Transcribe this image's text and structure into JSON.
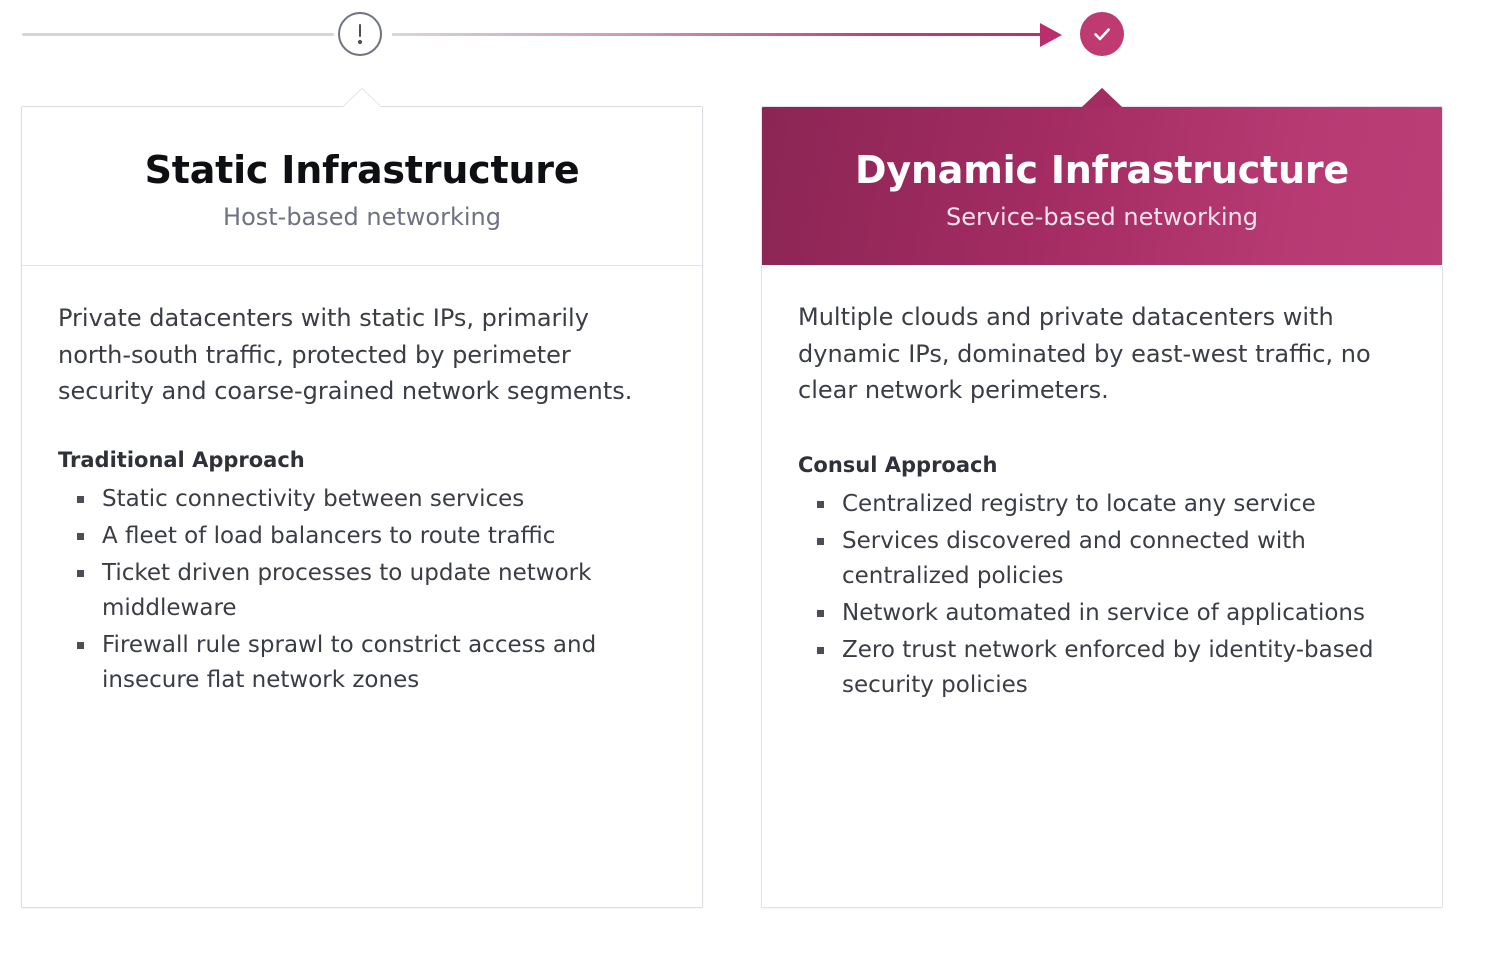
{
  "timeline": {
    "left_node": {
      "icon": "exclamation-circle-icon",
      "state": "warning"
    },
    "right_node": {
      "icon": "check-circle-icon",
      "state": "success"
    },
    "arrow": {
      "icon": "arrow-right-icon",
      "color": "#bb2e6c"
    },
    "track_color_start": "#d4d5dc",
    "track_color_end": "#bb2e6c"
  },
  "cards": [
    {
      "id": "static-infrastructure",
      "title": "Static Infrastructure",
      "subtitle": "Host-based networking",
      "highlighted": false,
      "intro": "Private datacenters with static IPs, primarily north-south traffic, protected by perimeter security and coarse-grained network segments.",
      "section_heading": "Traditional Approach",
      "points": [
        "Static connectivity between services",
        "A fleet of load balancers to route traffic",
        "Ticket driven processes to update network middleware",
        "Firewall rule sprawl to constrict access and insecure flat network zones"
      ]
    },
    {
      "id": "dynamic-infrastructure",
      "title": "Dynamic Infrastructure",
      "subtitle": "Service-based networking",
      "highlighted": true,
      "intro": "Multiple clouds and private datacenters with dynamic IPs, dominated by east-west traffic, no clear network perimeters.",
      "section_heading": "Consul Approach",
      "points": [
        "Centralized registry to locate any service",
        "Services discovered and connected with centralized policies",
        "Network automated in service of applications",
        "Zero trust network enforced by identity-based security policies"
      ]
    }
  ],
  "colors": {
    "accent_dark": "#8b2554",
    "accent": "#a32c62",
    "accent_light": "#bb3e77",
    "border": "#dcdde3",
    "text": "#3b3d46",
    "muted": "#6f7282"
  }
}
